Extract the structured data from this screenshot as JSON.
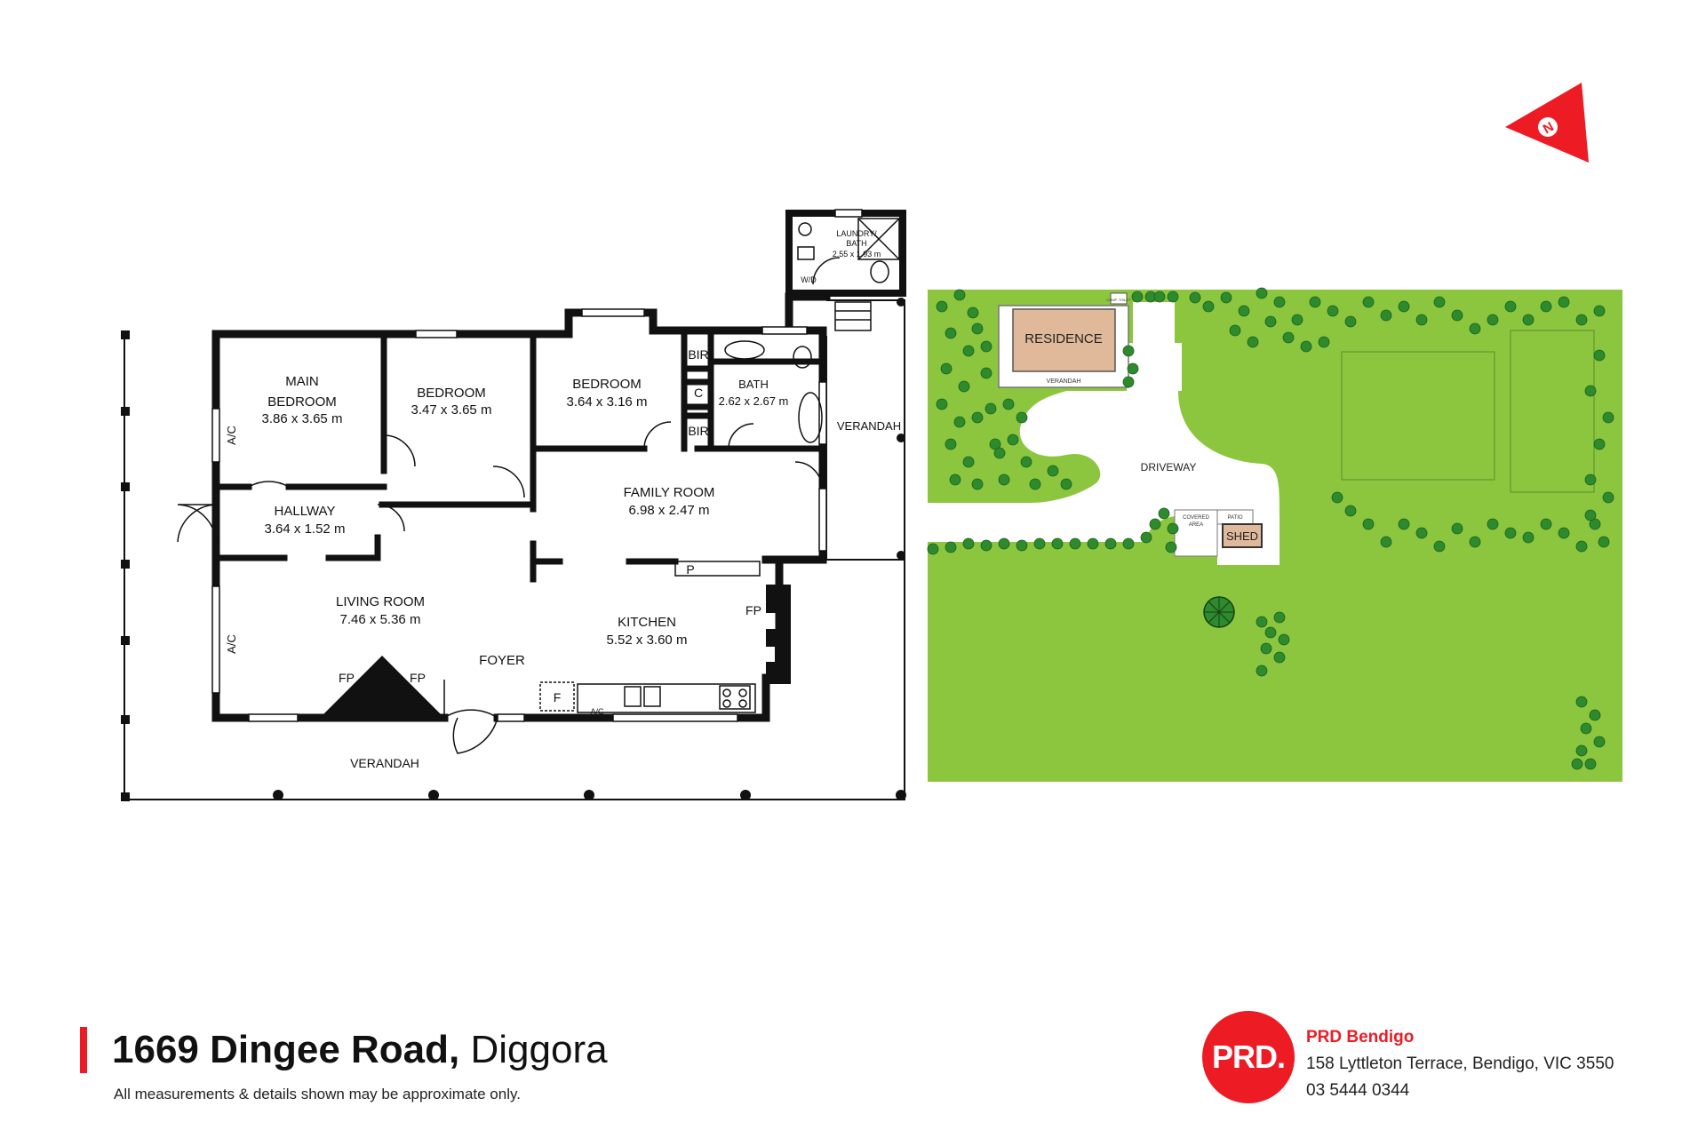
{
  "floorplan": {
    "rooms": [
      {
        "name": "MAIN\nBEDROOM",
        "dims": "3.86 x 3.65 m"
      },
      {
        "name": "BEDROOM",
        "dims": "3.47 x 3.65 m"
      },
      {
        "name": "BEDROOM",
        "dims": "3.64 x 3.16 m"
      },
      {
        "name": "BATH",
        "dims": "2.62 x 2.67 m"
      },
      {
        "name": "LAUNDRY/\nBATH",
        "dims": "2.55 x 1.93 m"
      },
      {
        "name": "HALLWAY",
        "dims": "3.64 x 1.52 m"
      },
      {
        "name": "FAMILY ROOM",
        "dims": "6.98 x 2.47 m"
      },
      {
        "name": "LIVING ROOM",
        "dims": "7.46 x 5.36 m"
      },
      {
        "name": "KITCHEN",
        "dims": "5.52 x 3.60 m"
      }
    ],
    "labels": {
      "foyer": "FOYER",
      "verandah_south": "VERANDAH",
      "verandah_east": "VERANDAH",
      "bir1": "BIR",
      "bir2": "BIR",
      "c": "C",
      "p": "P",
      "f": "F",
      "fp_left": "FP",
      "fp_right": "FP",
      "fp_kitchen": "FP",
      "ac_1": "A/C",
      "ac_2": "A/C",
      "ac_kitchen": "A/C",
      "wd": "W/D"
    }
  },
  "siteplan": {
    "residence": "RESIDENCE",
    "verandah": "VERANDAH",
    "driveway": "DRIVEWAY",
    "covered_area": "COVERED\nAREA",
    "patio": "PATIO",
    "shed": "SHED",
    "toilet": "COMP. TOILET",
    "grass_color": "#8cc63f",
    "tree_color": "#2d8a2d"
  },
  "compass": {
    "label": "N",
    "color": "#ed1c24"
  },
  "footer": {
    "address_bold": "1669 Dingee Road,",
    "address_light": "Diggora",
    "disclaimer": "All measurements & details shown may be approximate only."
  },
  "agency": {
    "logo_text": "PRD.",
    "name": "PRD Bendigo",
    "address": "158 Lyttleton Terrace, Bendigo, VIC 3550",
    "phone": "03 5444 0344",
    "brand_color": "#ed1c24"
  }
}
